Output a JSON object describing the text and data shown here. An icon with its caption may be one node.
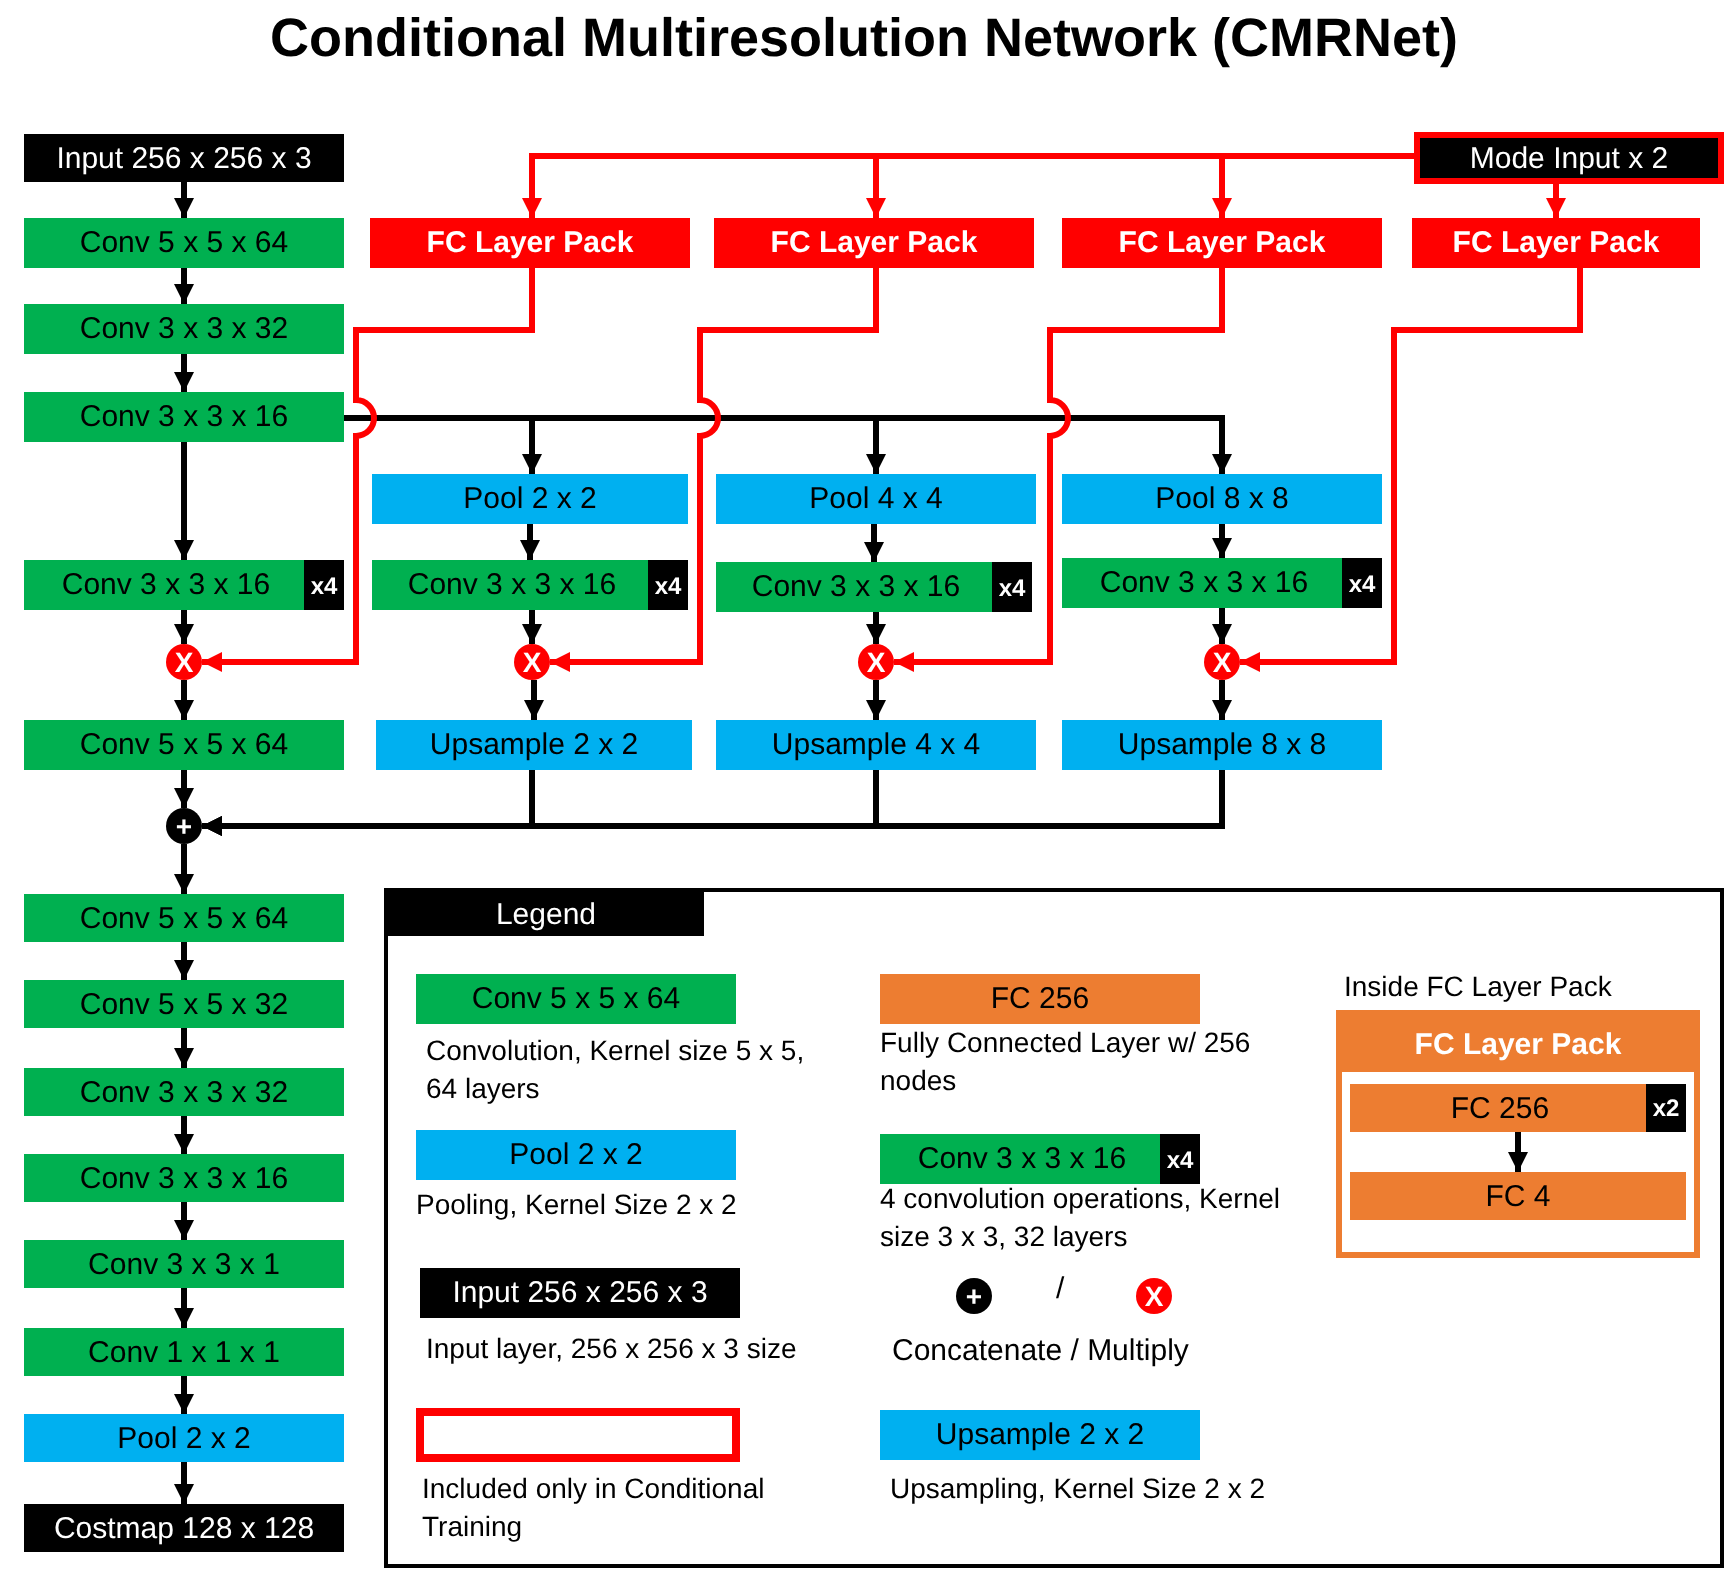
{
  "diagram": {
    "title": "Conditional Multiresolution Network (CMRNet)",
    "nodes": [
      {
        "text": [
          "Input 256 x 256 x 3"
        ]
      },
      {
        "text": [
          "Conv 5 x 5 x 64"
        ]
      },
      {
        "text": [
          "Conv 3 x 3 x 32"
        ]
      },
      {
        "text": [
          "Conv 3 x 3 x 16"
        ]
      },
      {
        "text": [
          "Conv 3 x 3 x 16",
          "x4"
        ]
      },
      {
        "text": [
          "X"
        ]
      },
      {
        "text": [
          "Conv 5 x 5 x 64"
        ]
      },
      {
        "text": [
          "+"
        ]
      },
      {
        "text": [
          "Conv 5 x 5 x 64"
        ]
      },
      {
        "text": [
          "Conv 5 x 5 x 32"
        ]
      },
      {
        "text": [
          "Conv 3 x 3 x 32"
        ]
      },
      {
        "text": [
          "Conv 3 x 3 x 16"
        ]
      },
      {
        "text": [
          "Conv 3 x 3 x 1"
        ]
      },
      {
        "text": [
          "Conv 1 x 1 x 1"
        ]
      },
      {
        "text": [
          "Pool 2 x 2"
        ]
      },
      {
        "text": [
          "Costmap 128 x 128"
        ]
      },
      {
        "text": [
          "Mode Input x 2"
        ]
      },
      {
        "text": [
          "FC Layer Pack"
        ]
      },
      {
        "text": [
          "FC Layer Pack"
        ]
      },
      {
        "text": [
          "FC Layer Pack"
        ]
      },
      {
        "text": [
          "FC Layer Pack"
        ]
      },
      {
        "text": [
          "Pool 2 x 2"
        ]
      },
      {
        "text": [
          "Conv 3 x 3 x 16",
          "x4"
        ]
      },
      {
        "text": [
          "X"
        ]
      },
      {
        "text": [
          "Upsample 2 x 2"
        ]
      },
      {
        "text": [
          "Pool 4 x 4"
        ]
      },
      {
        "text": [
          "Conv 3 x 3 x 16",
          "x4"
        ]
      },
      {
        "text": [
          "X"
        ]
      },
      {
        "text": [
          "Upsample 4 x 4"
        ]
      },
      {
        "text": [
          "Pool 8 x 8"
        ]
      },
      {
        "text": [
          "Conv 3 x 3 x 16",
          "x4"
        ]
      },
      {
        "text": [
          "X"
        ]
      },
      {
        "text": [
          "Upsample 8 x 8"
        ]
      },
      {
        "text": [
          "Legend"
        ]
      },
      {
        "text": [
          "Conv 5 x 5 x 64"
        ],
        "in": 33,
        "beside": [
          "Convolution, Kernel size 5 x 5, 64 layers"
        ]
      },
      {
        "text": [
          "FC 256"
        ],
        "in": 33,
        "beside": [
          "Fully Connected Layer w/ 256 nodes"
        ]
      },
      {
        "text": [
          "Inside FC Layer Pack"
        ],
        "in": 33
      },
      {
        "text": [
          "FC Layer Pack"
        ],
        "in": 36
      },
      {
        "text": [
          "FC 256",
          "x2"
        ],
        "in": 36
      },
      {
        "text": [
          "FC 4"
        ],
        "in": 36
      },
      {
        "text": [
          "Pool 2 x 2"
        ],
        "in": 33,
        "beside": [
          "Pooling, Kernel Size 2 x 2"
        ]
      },
      {
        "text": [
          "Conv 3 x 3 x 16",
          "x4"
        ],
        "in": 33,
        "beside": [
          "4 convolution operations, Kernel size 3 x 3, 32 layers"
        ]
      },
      {
        "text": [
          "Input 256 x 256 x 3"
        ],
        "in": 33,
        "beside": [
          "Input layer, 256 x 256 x 3 size"
        ]
      },
      {
        "text": [
          "+"
        ],
        "in": 33
      },
      {
        "text": [
          "X"
        ],
        "in": 33
      },
      {
        "text": [],
        "shape": "box",
        "in": 33,
        "beside": [
          "Included only in Conditional Training"
        ]
      },
      {
        "text": [
          "Upsample 2 x 2"
        ],
        "in": 33,
        "beside": [
          "Upsampling, Kernel Size 2 x 2"
        ]
      }
    ],
    "edges": [
      {
        "from": 0,
        "to": 1,
        "arrow": "to"
      },
      {
        "from": 1,
        "to": 2,
        "arrow": "to"
      },
      {
        "from": 2,
        "to": 3,
        "arrow": "to"
      },
      {
        "from": 3,
        "to": 4,
        "arrow": "to"
      },
      {
        "from": 4,
        "to": 5,
        "arrow": "to"
      },
      {
        "from": 5,
        "to": 6,
        "arrow": "to"
      },
      {
        "from": 6,
        "to": 7,
        "arrow": "to"
      },
      {
        "from": 7,
        "to": 8,
        "arrow": "to"
      },
      {
        "from": 8,
        "to": 9,
        "arrow": "to"
      },
      {
        "from": 9,
        "to": 10,
        "arrow": "to"
      },
      {
        "from": 10,
        "to": 11,
        "arrow": "to"
      },
      {
        "from": 11,
        "to": 12,
        "arrow": "to"
      },
      {
        "from": 12,
        "to": 13,
        "arrow": "to"
      },
      {
        "from": 13,
        "to": 14,
        "arrow": "to"
      },
      {
        "from": 14,
        "to": 15,
        "arrow": "to"
      },
      {
        "from": 3,
        "to": 21,
        "arrow": "to"
      },
      {
        "from": 21,
        "to": 22,
        "arrow": "to"
      },
      {
        "from": 22,
        "to": 23,
        "arrow": "to"
      },
      {
        "from": 23,
        "to": 24,
        "arrow": "to"
      },
      {
        "from": 24,
        "to": 7,
        "arrow": "to"
      },
      {
        "from": 3,
        "to": 25,
        "arrow": "to"
      },
      {
        "from": 25,
        "to": 26,
        "arrow": "to"
      },
      {
        "from": 26,
        "to": 27,
        "arrow": "to"
      },
      {
        "from": 27,
        "to": 28,
        "arrow": "to"
      },
      {
        "from": 28,
        "to": 7,
        "arrow": "to"
      },
      {
        "from": 3,
        "to": 29,
        "arrow": "to"
      },
      {
        "from": 29,
        "to": 30,
        "arrow": "to"
      },
      {
        "from": 30,
        "to": 31,
        "arrow": "to"
      },
      {
        "from": 31,
        "to": 32,
        "arrow": "to"
      },
      {
        "from": 32,
        "to": 7,
        "arrow": "to"
      },
      {
        "from": 16,
        "to": 17,
        "arrow": "to",
        "color": "#ff0000"
      },
      {
        "from": 16,
        "to": 18,
        "arrow": "to",
        "color": "#ff0000"
      },
      {
        "from": 16,
        "to": 19,
        "arrow": "to",
        "color": "#ff0000"
      },
      {
        "from": 16,
        "to": 20,
        "arrow": "to",
        "color": "#ff0000"
      },
      {
        "from": 17,
        "to": 5,
        "arrow": "to",
        "color": "#ff0000"
      },
      {
        "from": 18,
        "to": 23,
        "arrow": "to",
        "color": "#ff0000"
      },
      {
        "from": 19,
        "to": 27,
        "arrow": "to",
        "color": "#ff0000"
      },
      {
        "from": 20,
        "to": 31,
        "arrow": "to",
        "color": "#ff0000"
      },
      {
        "from": 38,
        "to": 39,
        "arrow": "to"
      }
    ],
    "labels": [
      "/",
      "Concatenate / Multiply"
    ]
  }
}
